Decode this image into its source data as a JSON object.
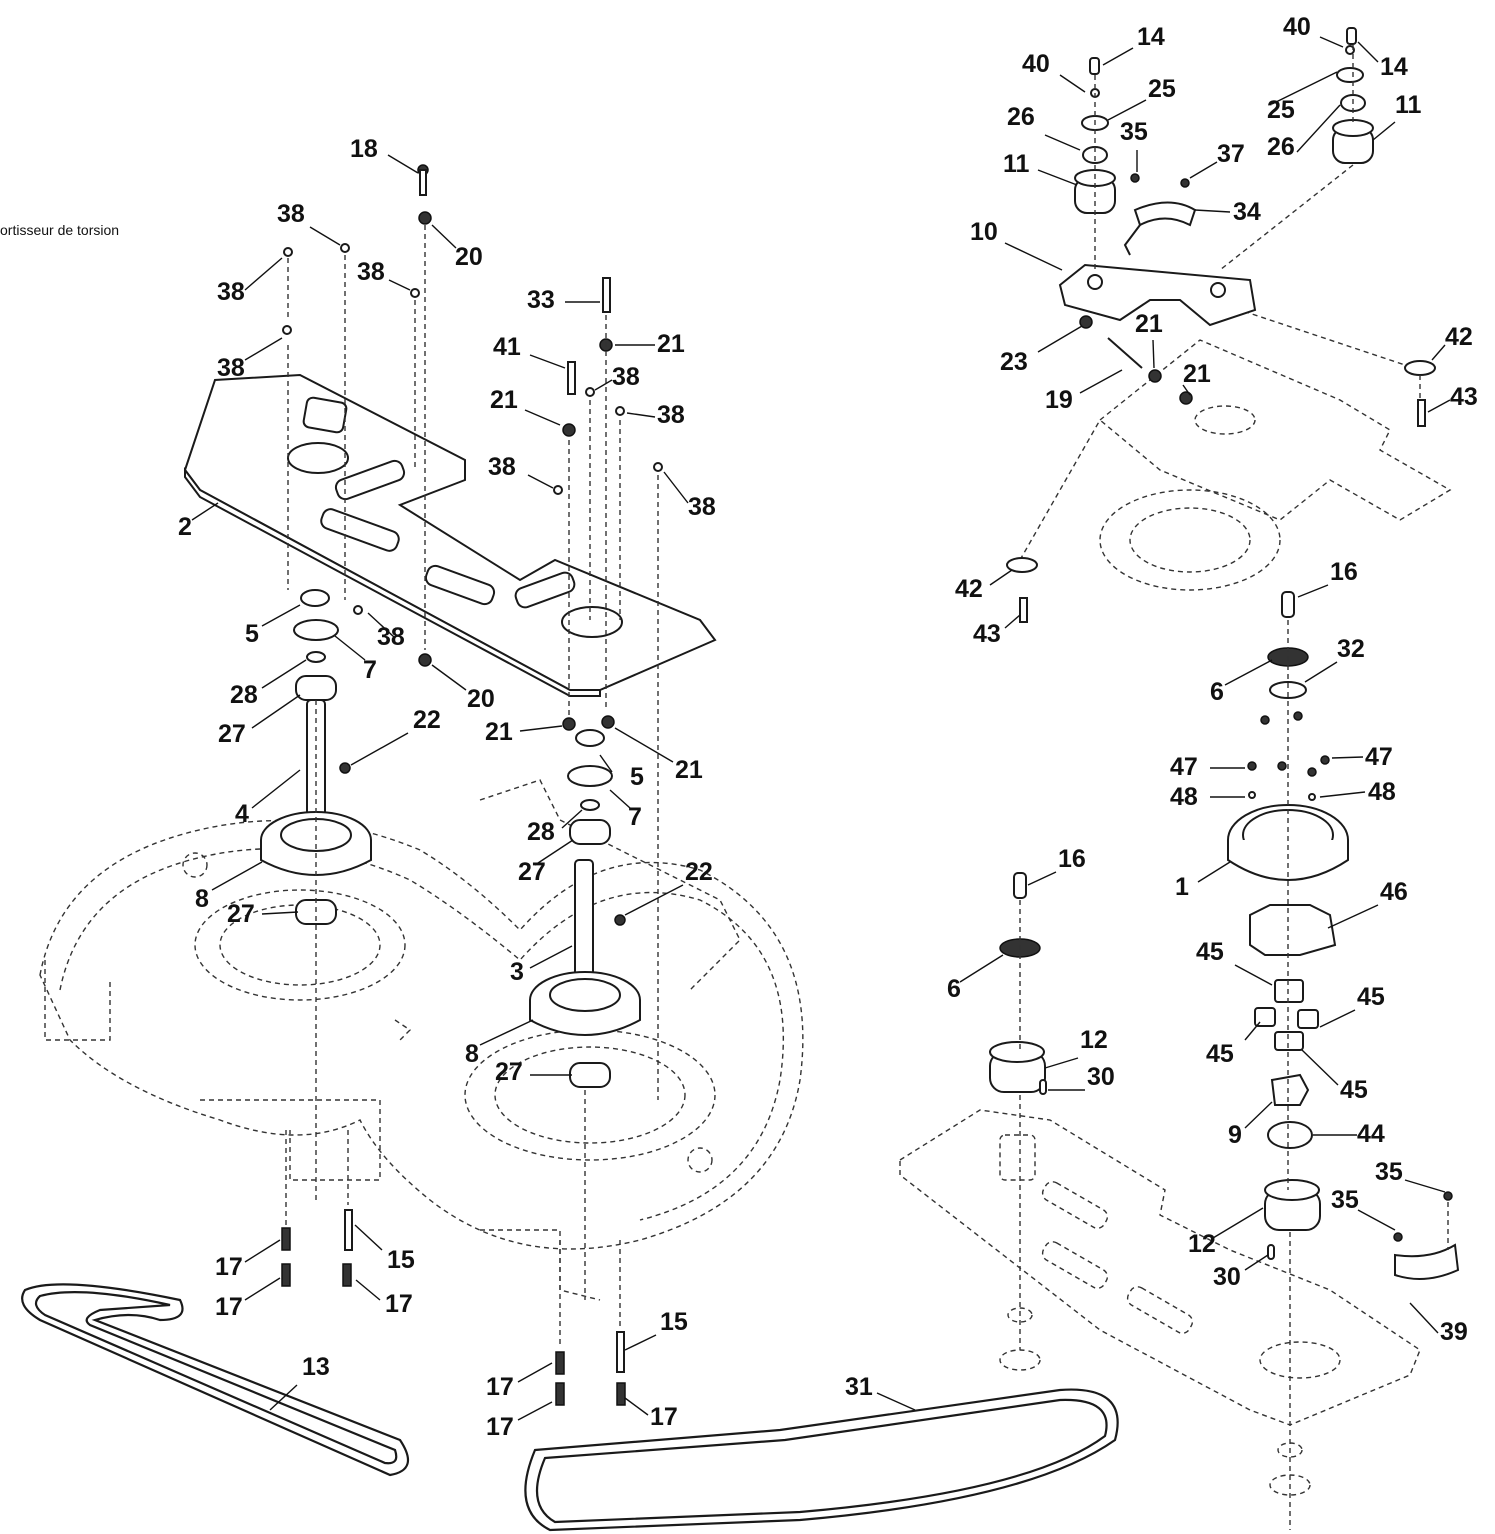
{
  "caption": "ortisseur de torsion",
  "part_labels": [
    "1",
    "2",
    "3",
    "4",
    "5",
    "5",
    "6",
    "6",
    "7",
    "7",
    "8",
    "8",
    "9",
    "10",
    "11",
    "11",
    "12",
    "12",
    "13",
    "14",
    "14",
    "15",
    "15",
    "16",
    "16",
    "17",
    "17",
    "17",
    "17",
    "17",
    "17",
    "18",
    "19",
    "20",
    "20",
    "21",
    "21",
    "21",
    "21",
    "21",
    "21",
    "22",
    "22",
    "23",
    "25",
    "25",
    "26",
    "26",
    "27",
    "27",
    "27",
    "27",
    "28",
    "28",
    "30",
    "30",
    "31",
    "32",
    "33",
    "34",
    "35",
    "35",
    "35",
    "37",
    "38",
    "38",
    "38",
    "38",
    "38",
    "38",
    "38",
    "38",
    "38",
    "39",
    "40",
    "40",
    "41",
    "42",
    "42",
    "43",
    "43",
    "44",
    "45",
    "45",
    "45",
    "45",
    "46",
    "47",
    "47",
    "48",
    "48"
  ],
  "colors": {
    "ink": "#111111",
    "background": "#ffffff"
  }
}
